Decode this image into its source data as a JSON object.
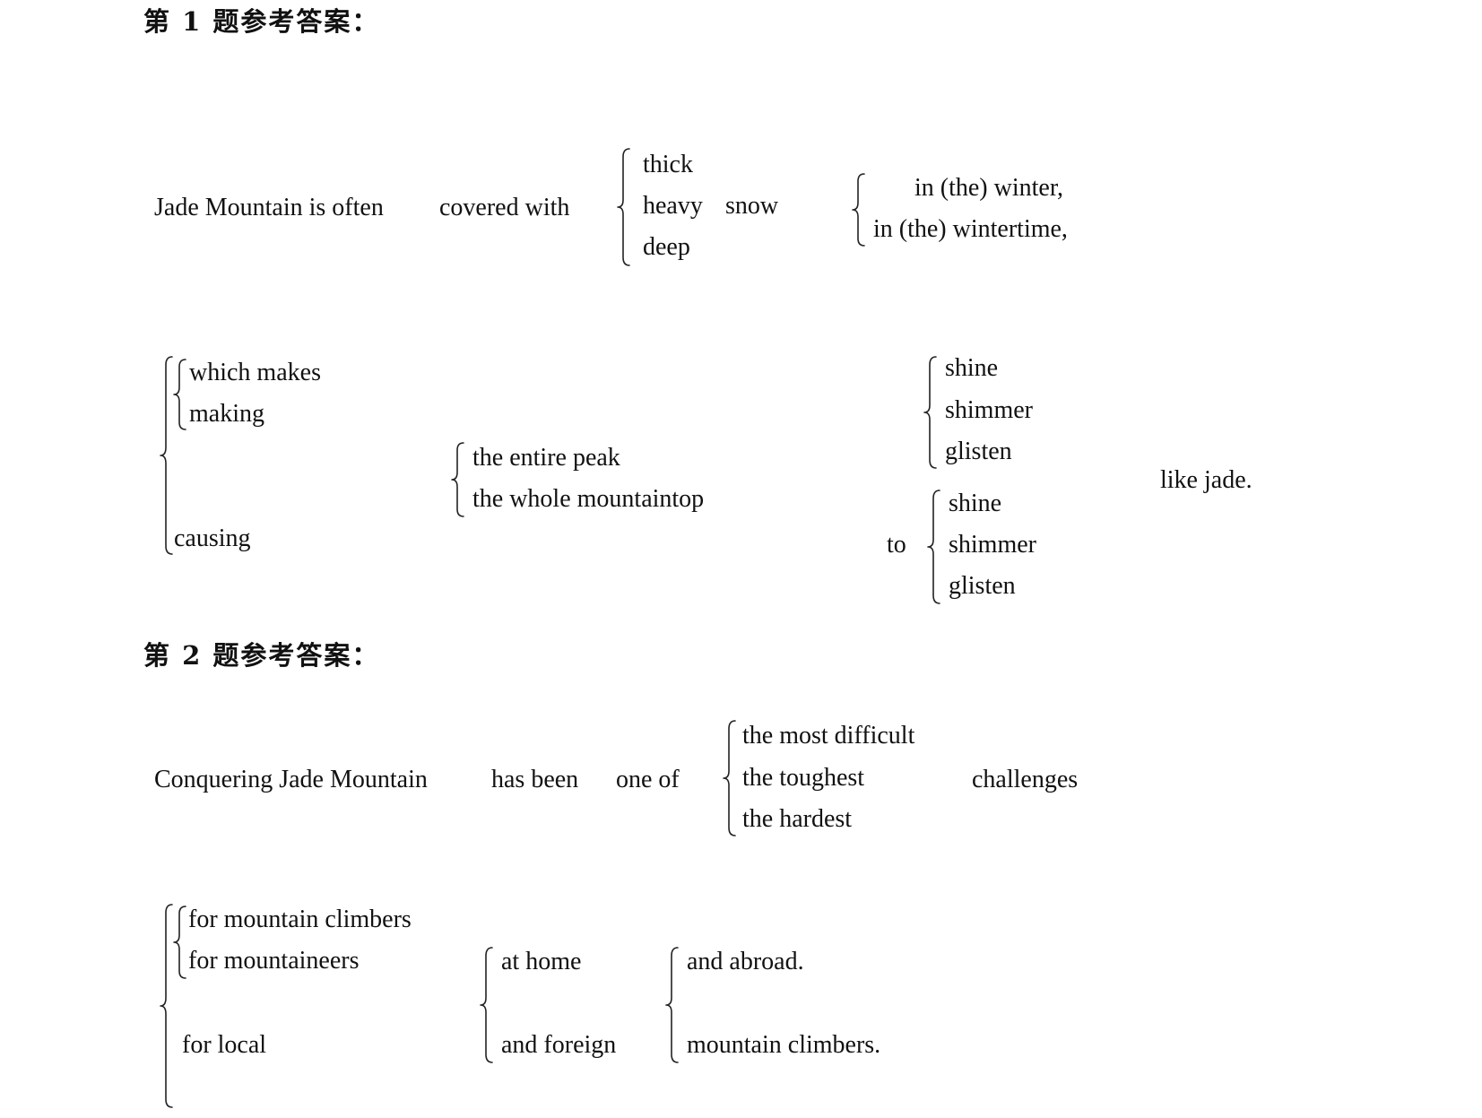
{
  "q1": {
    "heading": "第 1 题参考答案：",
    "line1": {
      "subject": "Jade Mountain is often",
      "verb": "covered with",
      "adjectives": [
        "thick",
        "heavy",
        "deep"
      ],
      "noun": "snow",
      "time": [
        "in (the) winter,",
        "in (the) wintertime,"
      ]
    },
    "line2": {
      "connectors": [
        "which makes",
        "making",
        "causing"
      ],
      "objects": [
        "the entire peak",
        "the whole mountaintop"
      ],
      "verbs_a": [
        "shine",
        "shimmer",
        "glisten"
      ],
      "to": "to",
      "verbs_b": [
        "shine",
        "shimmer",
        "glisten"
      ],
      "ending": "like jade."
    }
  },
  "q2": {
    "heading": "第 2 题参考答案：",
    "line1": {
      "subject": "Conquering Jade Mountain",
      "verb": "has been",
      "phrase": "one of",
      "superlatives": [
        "the most difficult",
        "the toughest",
        "the hardest"
      ],
      "noun": "challenges"
    },
    "line2": {
      "groups": [
        "for mountain climbers",
        "for mountaineers",
        "for local"
      ],
      "places": [
        "at home",
        "and foreign"
      ],
      "endings": [
        "and abroad.",
        "mountain climbers."
      ]
    }
  }
}
